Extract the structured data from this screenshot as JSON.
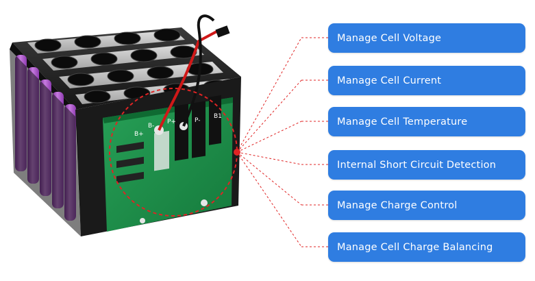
{
  "features": [
    {
      "label": "Manage Cell Voltage"
    },
    {
      "label": "Manage Cell Current"
    },
    {
      "label": "Manage Cell Temperature"
    },
    {
      "label": "Internal Short Circuit Detection"
    },
    {
      "label": "Manage Charge Control"
    },
    {
      "label": "Manage Cell Charge Balancing"
    }
  ],
  "pcb": {
    "labels": [
      "B+",
      "B-",
      "P-",
      "P+",
      "B1"
    ]
  },
  "colors": {
    "box": "#2f7de1",
    "leader": "#e02424",
    "pcb": "#1f8a4a",
    "cell": "#a855c8",
    "holder": "#1c1c1c"
  }
}
